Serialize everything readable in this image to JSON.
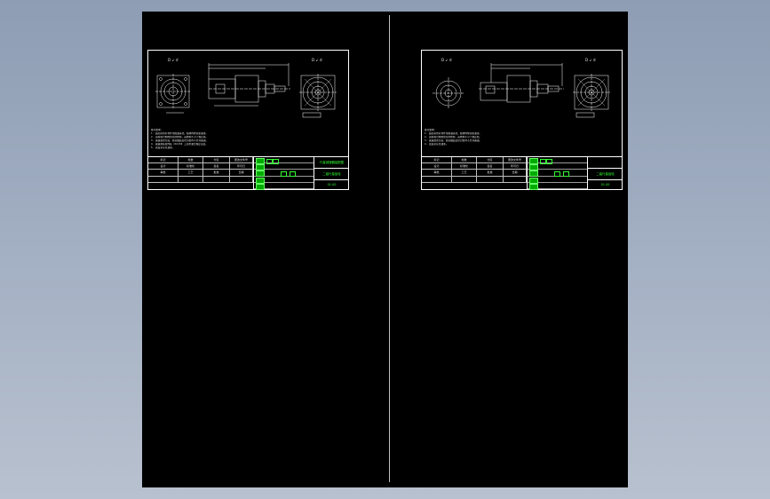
{
  "colors": {
    "background_top": "#8e9db4",
    "canvas": "#000000",
    "line": "#ffffff",
    "accent": "#30ff30"
  },
  "sheets": [
    {
      "id": "left",
      "view_labels": [
        "D ↙ d",
        "D ↙ d"
      ],
      "notes": [
        "技术要求：",
        "1. 装配前所有零件用煤油清洗，箱体内壁涂耐油漆。",
        "2. 齿轮啮合侧隙用铅丝检验，其侧隙不小于规定值。",
        "3. 减速器剖分面、各接触面及密封处均不允许漏油。",
        "4. 减速器装置内装 CKC150 工业用油至规定高度。",
        "5. 表面涂灰色油漆。"
      ],
      "title_block": {
        "cells": [
          "标记",
          "处数",
          "分区",
          "更改文件号",
          "设计",
          "标准化",
          "签名",
          "年月日",
          "审核",
          "工艺",
          "批准",
          "日期",
          "",
          "",
          "",
          ""
        ],
        "name": "行星减速器装配图",
        "sub": "二级行星齿轮",
        "code": "01-00"
      }
    },
    {
      "id": "right",
      "view_labels": [
        "D ↙ d",
        "D ↙ d"
      ],
      "notes": [
        "技术要求：",
        "1. 装配前所有零件用煤油清洗，箱体内壁涂耐油漆。",
        "2. 齿轮啮合侧隙用铅丝检验，其侧隙不小于规定值。",
        "3. 减速器剖分面、各接触面及密封处均不允许漏油。",
        "4. 表面涂灰色油漆。"
      ],
      "title_block": {
        "cells": [
          "标记",
          "处数",
          "分区",
          "更改文件号",
          "设计",
          "标准化",
          "签名",
          "年月日",
          "审核",
          "工艺",
          "批准",
          "日期",
          "",
          "",
          "",
          ""
        ],
        "name": "",
        "sub": "二级行星齿轮",
        "code": "01-00"
      }
    }
  ]
}
